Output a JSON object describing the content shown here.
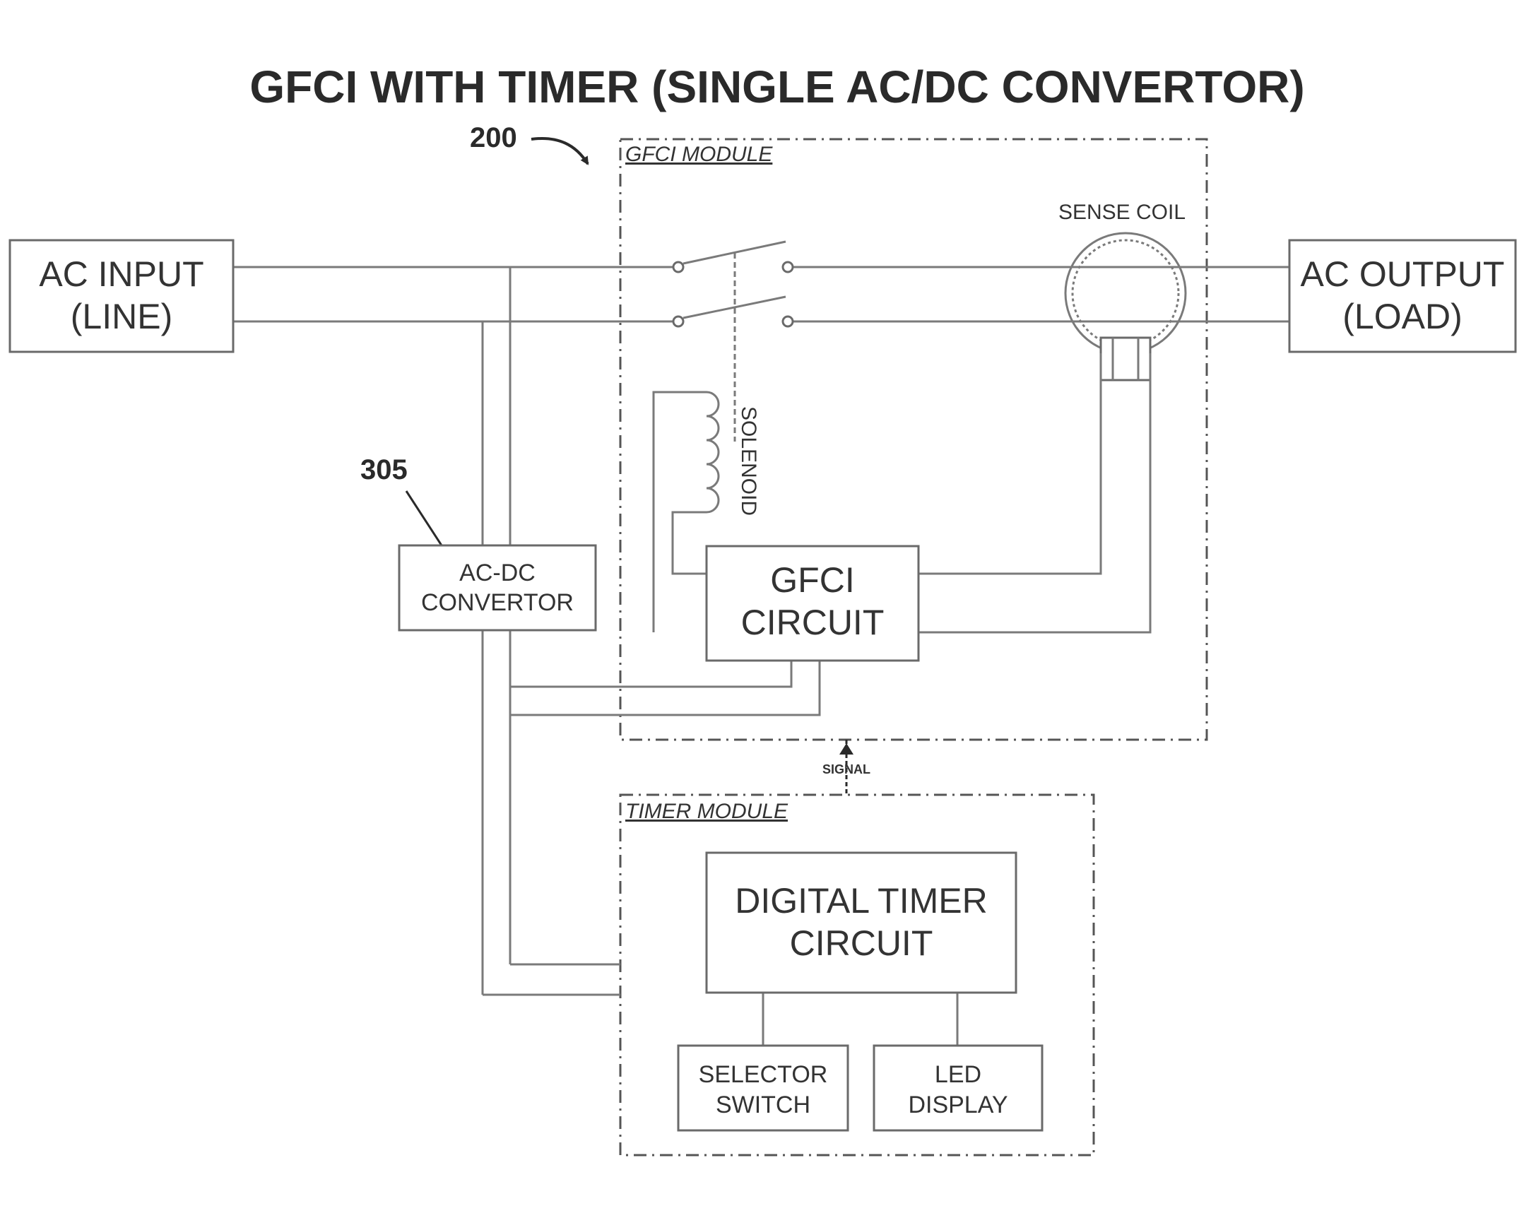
{
  "title": "GFCI WITH TIMER (SINGLE AC/DC CONVERTOR)",
  "refs": {
    "module_ref": "200",
    "convertor_ref": "305"
  },
  "modules": {
    "gfci": "GFCI MODULE",
    "timer": "TIMER MODULE"
  },
  "blocks": {
    "ac_input": [
      "AC INPUT",
      "(LINE)"
    ],
    "ac_output": [
      "AC OUTPUT",
      "(LOAD)"
    ],
    "acdc": [
      "AC-DC",
      "CONVERTOR"
    ],
    "gfci_circuit": [
      "GFCI",
      "CIRCUIT"
    ],
    "digital_timer": [
      "DIGITAL TIMER",
      "CIRCUIT"
    ],
    "selector_switch": [
      "SELECTOR",
      "SWITCH"
    ],
    "led_display": [
      "LED",
      "DISPLAY"
    ]
  },
  "labels": {
    "sense_coil": "SENSE COIL",
    "solenoid": "SOLENOID",
    "signal": "SIGNAL"
  }
}
